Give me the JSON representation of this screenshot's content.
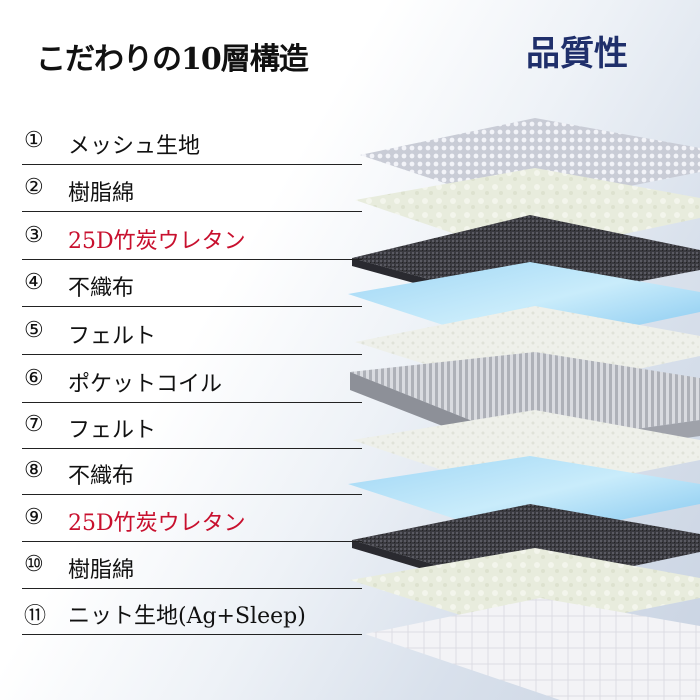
{
  "header": {
    "title": "こだわりの10層構造",
    "badge": "品質性"
  },
  "layers": [
    {
      "num": "①",
      "label": "メッシュ生地",
      "color": "#111111",
      "material": "mesh-fabric"
    },
    {
      "num": "②",
      "label": "樹脂綿",
      "color": "#111111",
      "material": "resin-cotton"
    },
    {
      "num": "③",
      "label": "25D竹炭ウレタン",
      "color": "#c8102e",
      "material": "charcoal-urethane"
    },
    {
      "num": "④",
      "label": "不織布",
      "color": "#111111",
      "material": "nonwoven-blue"
    },
    {
      "num": "⑤",
      "label": "フェルト",
      "color": "#111111",
      "material": "felt"
    },
    {
      "num": "⑥",
      "label": "ポケットコイル",
      "color": "#111111",
      "material": "pocket-coil"
    },
    {
      "num": "⑦",
      "label": "フェルト",
      "color": "#111111",
      "material": "felt"
    },
    {
      "num": "⑧",
      "label": "不織布",
      "color": "#111111",
      "material": "nonwoven-blue"
    },
    {
      "num": "⑨",
      "label": "25D竹炭ウレタン",
      "color": "#c8102e",
      "material": "charcoal-urethane"
    },
    {
      "num": "⑩",
      "label": "樹脂綿",
      "color": "#111111",
      "material": "resin-cotton"
    },
    {
      "num": "⑪",
      "label": "ニット生地(Ag+Sleep)",
      "color": "#111111",
      "material": "knit-fabric"
    }
  ]
}
